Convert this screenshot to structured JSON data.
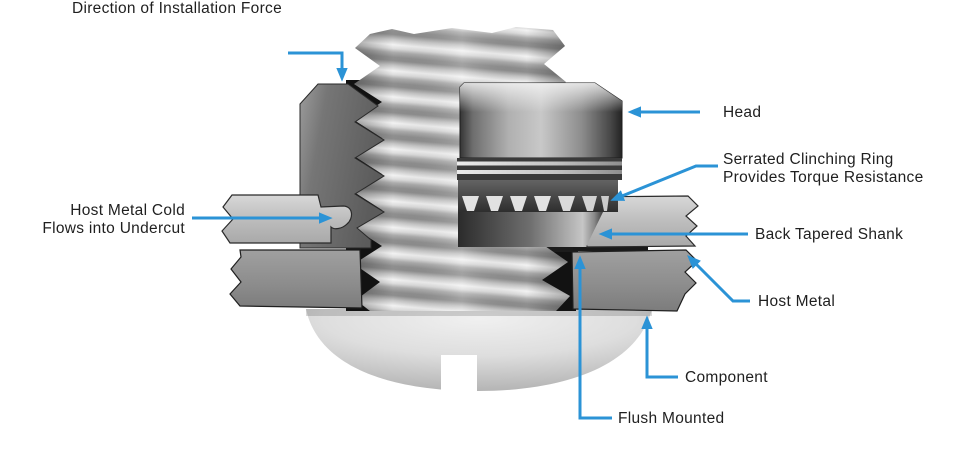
{
  "diagram": {
    "type": "technical-annotated-cross-section",
    "subject": "self-clinching stud installed in host metal and component",
    "accent_color": "#2B93D6",
    "text_color": "#1F1F1F",
    "background_color": "#FFFFFF",
    "labels": {
      "installation_force": "Direction of Installation Force",
      "host_metal_cold_line1": "Host Metal Cold",
      "host_metal_cold_line2": "Flows into Undercut",
      "head": "Head",
      "serrated_line1": "Serrated Clinching Ring",
      "serrated_line2": "Provides Torque Resistance",
      "back_tapered_shank": "Back Tapered Shank",
      "host_metal": "Host Metal",
      "component": "Component",
      "flush_mounted": "Flush Mounted"
    }
  }
}
